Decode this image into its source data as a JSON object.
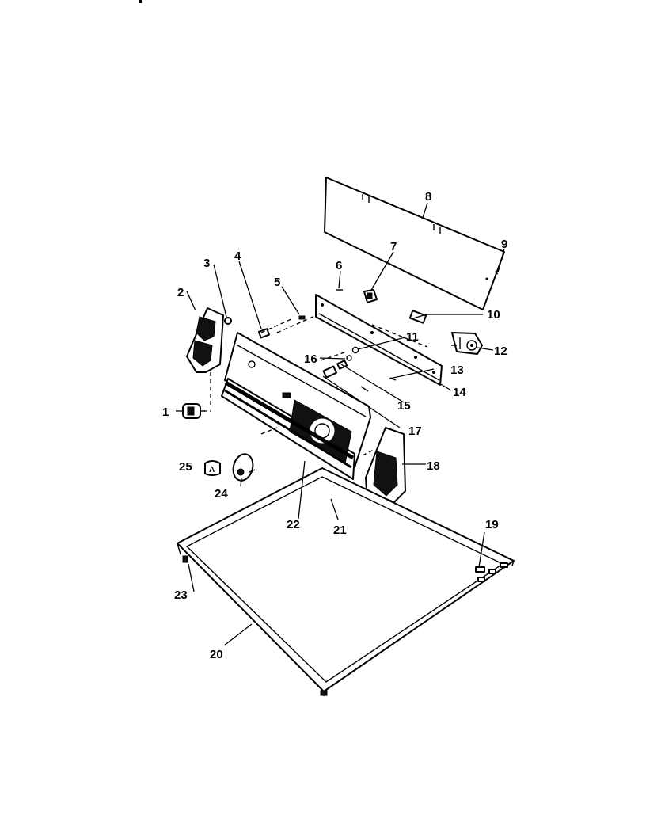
{
  "diagram": {
    "callouts": {
      "c1": "1",
      "c2": "2",
      "c3": "3",
      "c4": "4",
      "c5": "5",
      "c6": "6",
      "c7": "7",
      "c8": "8",
      "c9": "9",
      "c10": "10",
      "c11": "11",
      "c12": "12",
      "c13": "13",
      "c14": "14",
      "c15": "15",
      "c16": "16",
      "c17": "17",
      "c18": "18",
      "c19": "19",
      "c20": "20",
      "c21": "21",
      "c22": "22",
      "c23": "23",
      "c24": "24",
      "c25": "25"
    }
  }
}
